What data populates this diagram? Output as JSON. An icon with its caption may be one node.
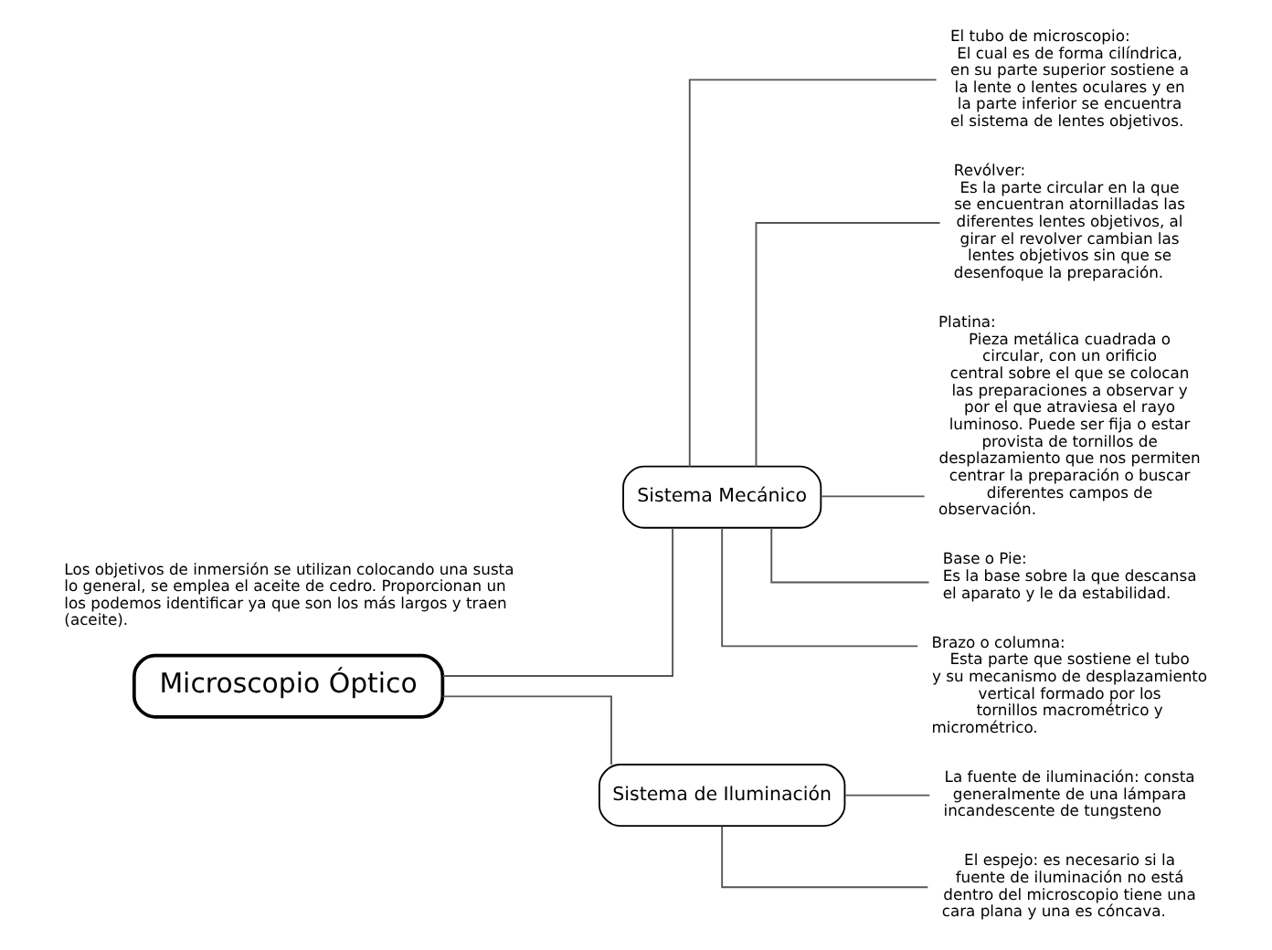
{
  "diagram": {
    "nodes": [
      {
        "text": [
          "Microscopio Óptico"
        ]
      },
      {
        "text": [
          "Sistema Mecánico"
        ]
      },
      {
        "text": [
          "El tubo de microscopio:",
          "El cual es de forma cilíndrica, en su parte superior sostiene a la lente o lentes oculares y en la parte inferior se encuentra el sistema de lentes objetivos."
        ]
      },
      {
        "text": [
          "Revólver:",
          "Es la parte circular en la que se encuentran atornilladas las diferentes lentes objetivos, al girar el revolver cambian las lentes objetivos sin que se desenfoque la preparación."
        ]
      },
      {
        "text": [
          "Platina:",
          "Pieza metálica cuadrada o circular, con un orificio central sobre el que se colocan las preparaciones a observar y por el que atraviesa el rayo luminoso. Puede ser fija o estar provista de tornillos de desplazamiento que nos permiten centrar la preparación o buscar diferentes campos de observación."
        ]
      },
      {
        "text": [
          "Base o Pie:",
          "Es la base sobre la que descansa el aparato y le da estabilidad."
        ]
      },
      {
        "text": [
          "Brazo o columna:",
          "Esta parte que sostiene el tubo y su mecanismo de desplazamiento vertical formado por los tornillos macrométrico y micrométrico."
        ]
      },
      {
        "text": [
          "Sistema de Iluminación"
        ]
      },
      {
        "text": [
          "La fuente de iluminación: consta generalmente de una lámpara incandescente de tungsteno"
        ]
      },
      {
        "text": [
          "El espejo: es necesario si la fuente de iluminación no está dentro del microscopio tiene una cara plana y una es cóncava."
        ]
      }
    ],
    "edges": [
      {
        "from": 0,
        "to": 1,
        "arrow": "none"
      },
      {
        "from": 1,
        "to": 2,
        "arrow": "none"
      },
      {
        "from": 1,
        "to": 3,
        "arrow": "none"
      },
      {
        "from": 1,
        "to": 4,
        "arrow": "none"
      },
      {
        "from": 1,
        "to": 5,
        "arrow": "none"
      },
      {
        "from": 1,
        "to": 6,
        "arrow": "none"
      },
      {
        "from": 0,
        "to": 7,
        "arrow": "none"
      },
      {
        "from": 7,
        "to": 8,
        "arrow": "none"
      },
      {
        "from": 7,
        "to": 9,
        "arrow": "none"
      }
    ],
    "labels": [
      "Los objetivos de inmersión se utilizan colocando una susta lo general, se emplea el aceite de cedro. Proporcionan un los podemos identificar ya que son los más largos y traen (aceite)."
    ]
  }
}
